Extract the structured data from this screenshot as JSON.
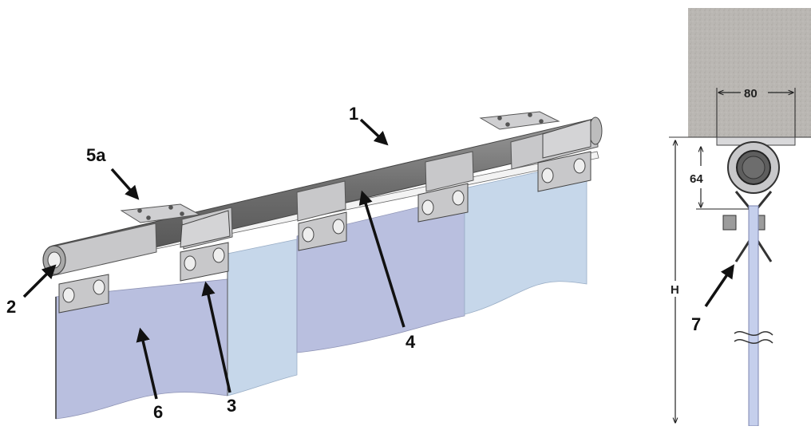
{
  "callouts": {
    "c1": "1",
    "c2": "2",
    "c3": "3",
    "c4": "4",
    "c5a": "5a",
    "c6": "6",
    "c7": "7"
  },
  "dimensions": {
    "width": "80",
    "offset": "64",
    "height": "H"
  },
  "colors": {
    "bracket": "#c8c8ca",
    "bracket_edge": "#555555",
    "rail": "#7b7b7b",
    "curtain_a": "#b9bfdf",
    "curtain_b": "#c6d7ea",
    "ceiling": "#b9b6b2",
    "strip": "#c5cfec"
  }
}
